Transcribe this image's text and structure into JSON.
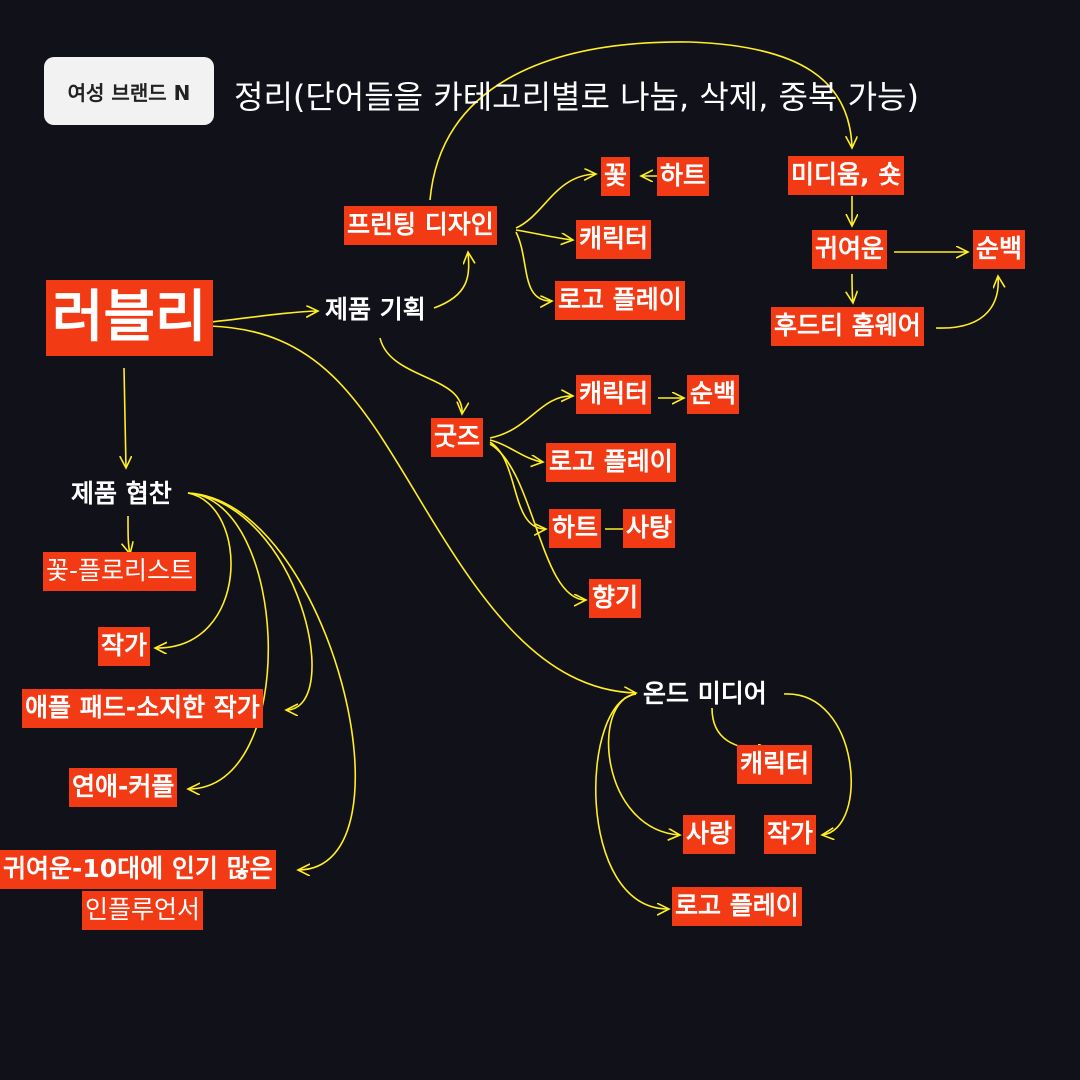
{
  "header": {
    "badge": "여성 브랜드 N",
    "title": "정리(단어들을 카테고리별로 나눔, 삭제, 중복 가능)"
  },
  "nodes": {
    "lovely": "러블리",
    "product_plan": "제품 기획",
    "print_design": "프린팅 디자인",
    "flower": "꽃",
    "heart1": "하트",
    "character1": "캐릭터",
    "logo_play1": "로고 플레이",
    "medium_short": "미디움, 숏",
    "cute1": "귀여운",
    "pure_white1": "순백",
    "hoodie_homewear": "후드티 홈웨어",
    "goods": "굿즈",
    "character2": "캐릭터",
    "pure_white2": "순백",
    "logo_play2": "로고 플레이",
    "heart2": "하트",
    "candy": "사탕",
    "scent": "향기",
    "collab": "제품 협찬",
    "florist": "꽃-플로리스트",
    "artist1": "작가",
    "ipad_artist": "애플 패드-소지한 작가",
    "couple": "연애-커플",
    "cute_influencer_1": "귀여운-10대에 인기 많은",
    "cute_influencer_2": "인플루언서",
    "owned_media": "온드 미디어",
    "character3": "캐릭터",
    "love": "사랑",
    "artist2": "작가",
    "logo_play3": "로고 플레이"
  },
  "colors": {
    "background": "#11111a",
    "node_fill": "#f23a14",
    "text": "#ffffff",
    "arrow": "#ffee22",
    "badge_fill": "#f2f2f2"
  }
}
